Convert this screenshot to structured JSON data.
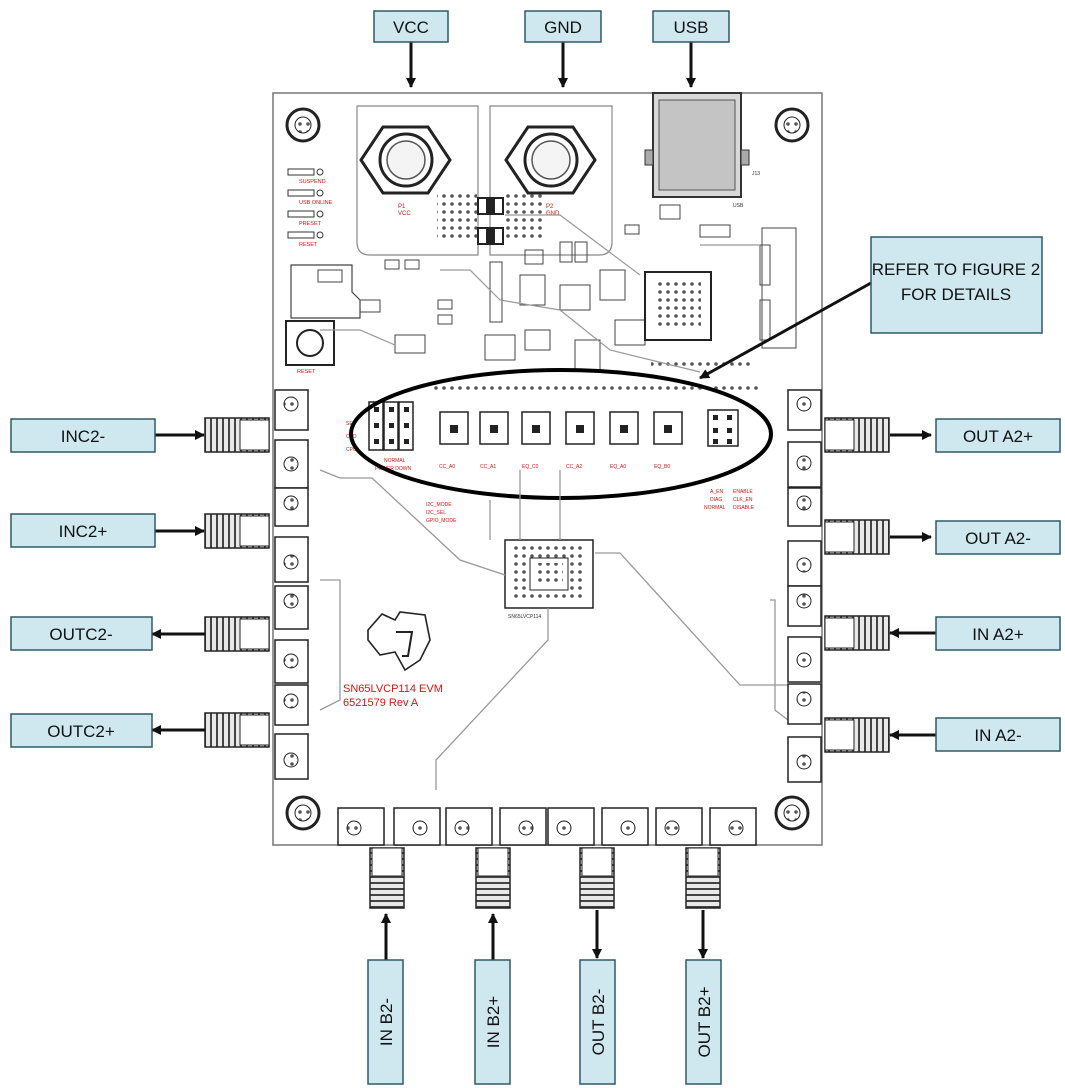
{
  "labels": {
    "top": {
      "vcc": "VCC",
      "gnd": "GND",
      "usb": "USB"
    },
    "left": {
      "inc2_minus": "INC2-",
      "inc2_plus": "INC2+",
      "outc2_minus": "OUTC2-",
      "outc2_plus": "OUTC2+"
    },
    "right": {
      "outa2_plus": "OUT A2+",
      "outa2_minus": "OUT A2-",
      "ina2_plus": "IN A2+",
      "ina2_minus": "IN A2-"
    },
    "bottom": {
      "inb2_minus": "IN B2-",
      "inb2_plus": "IN B2+",
      "outb2_minus": "OUT B2-",
      "outb2_plus": "OUT B2+"
    },
    "callout": {
      "line1": "REFER TO FIGURE 2",
      "line2": "FOR DETAILS"
    }
  },
  "board": {
    "name_line1": "SN65LVCP114  EVM",
    "name_line2": "6521579  Rev  A",
    "led_labels": [
      "SUSPEND",
      "USB ONLINE",
      "PRESET",
      "RESET"
    ],
    "jumper_labels": [
      "CC_A0",
      "CC_A1",
      "EQ_C0",
      "CC_A2",
      "EQ_A0",
      "EQ_B0"
    ],
    "jumper_left_labels": [
      "SEL",
      "CTO",
      "CPO"
    ],
    "mode_labels": [
      "NORMAL",
      "POWER DOWN",
      "I2C_MODE",
      "I2C_SEL",
      "GPIO_MODE"
    ],
    "enable_labels": [
      "A_EN",
      "ENABLE",
      "DIAG",
      "CLK_EN",
      "NORMAL",
      "DISABLE"
    ],
    "chip_label": "SN65LVCP114",
    "reset_label": "RESET"
  },
  "colors": {
    "label_fill": "#cfe8ef",
    "label_stroke": "#2d5a66",
    "silkscreen": "#dd1111",
    "board_outline": "#777777"
  }
}
